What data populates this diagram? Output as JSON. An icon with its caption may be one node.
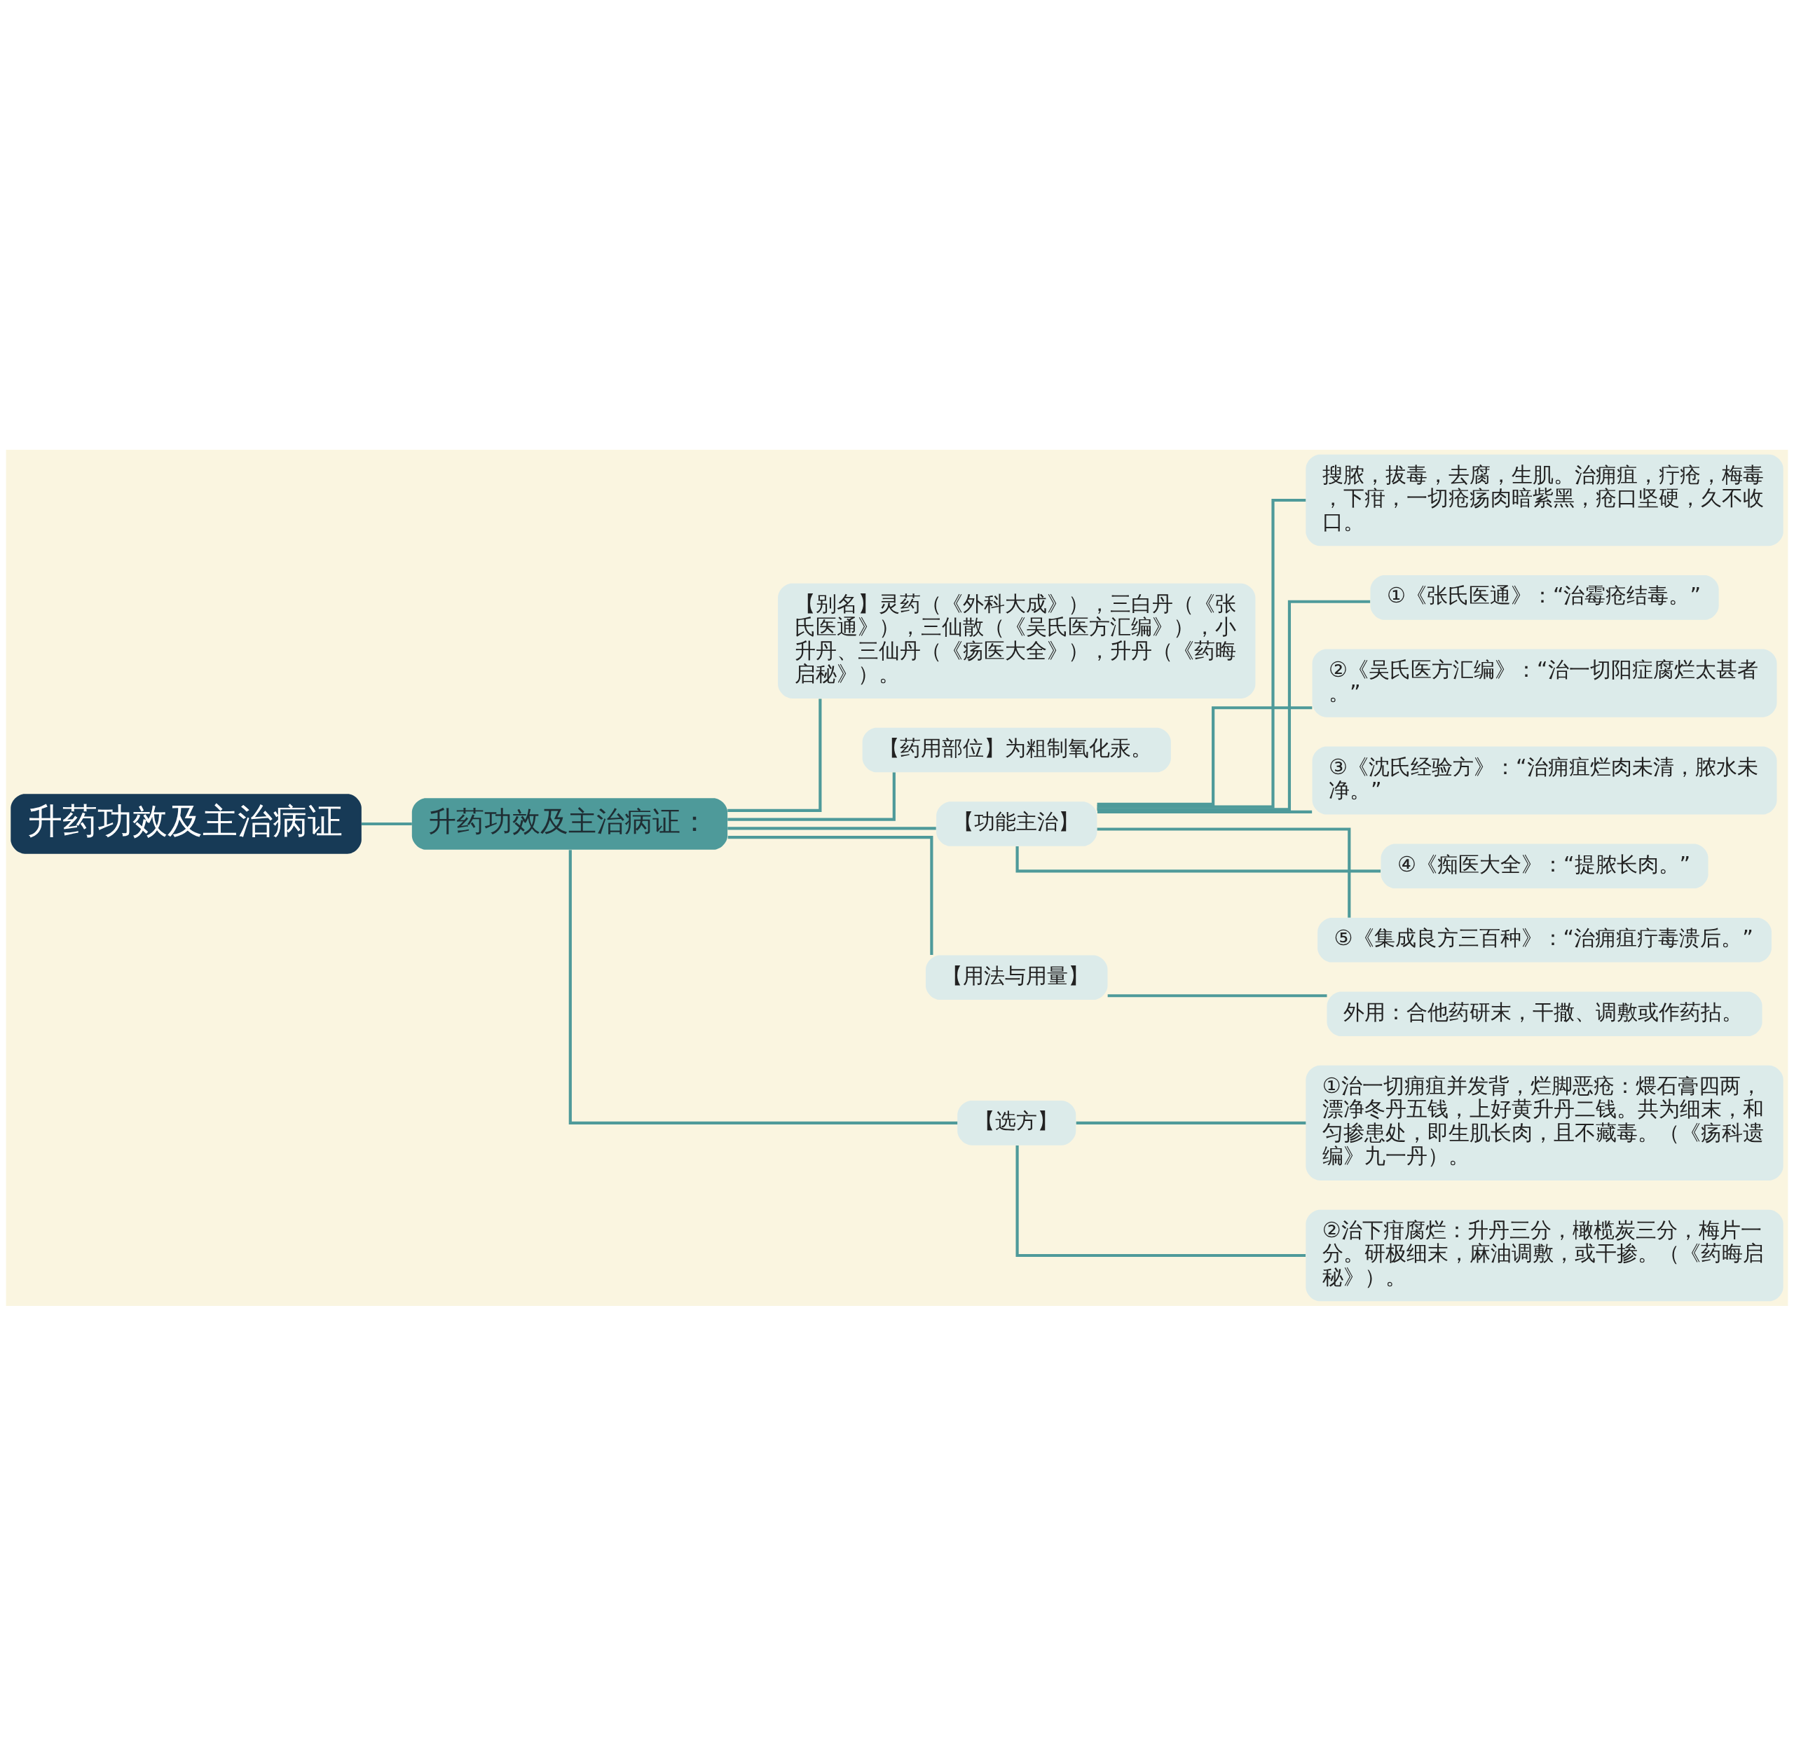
{
  "diagram": {
    "nodes": [
      {
        "text": [
          "升药功效及主治病证"
        ]
      },
      {
        "text": [
          "升药功效及主治病证："
        ]
      },
      {
        "text": [
          "【别名】灵药（《外科大成》），三白丹（《张氏医通》），三仙散（《吴氏医方汇编》），小升丹、三仙丹（《疡医大全》），升丹（《药晦启秘》）。"
        ]
      },
      {
        "text": [
          "【药用部位】为粗制氧化汞。"
        ]
      },
      {
        "text": [
          "【功能主治】"
        ]
      },
      {
        "text": [
          "搜脓，拔毒，去腐，生肌。治痈疽，疔疮，梅毒，下疳，一切疮疡肉暗紫黑，疮口坚硬，久不收口。"
        ]
      },
      {
        "text": [
          "①《张氏医通》：“治霉疮结毒。”"
        ]
      },
      {
        "text": [
          "②《吴氏医方汇编》：“治一切阳症腐烂太甚者。”"
        ]
      },
      {
        "text": [
          "③《沈氏经验方》：“治痈疽烂肉未清，脓水未净。”"
        ]
      },
      {
        "text": [
          "④《痴医大全》：“提脓长肉。”"
        ]
      },
      {
        "text": [
          "⑤《集成良方三百种》：“治痈疽疔毒溃后。”"
        ]
      },
      {
        "text": [
          "【用法与用量】"
        ]
      },
      {
        "text": [
          "外用：合他药研末，干撒、调敷或作药拈。"
        ]
      },
      {
        "text": [
          "【选方】"
        ]
      },
      {
        "text": [
          "①治一切痈疽并发背，烂脚恶疮：煨石膏四两，漂净冬丹五钱，上好黄升丹二钱。共为细末，和匀掺患处，即生肌长肉，且不藏毒。（《疡科遗编》九一丹）。"
        ]
      },
      {
        "text": [
          "②治下疳腐烂：升丹三分，橄榄炭三分，梅片一分。研极细末，麻油调敷，或干掺。（《药晦启秘》）。"
        ]
      }
    ],
    "edges": [
      {
        "from": 0,
        "to": 1,
        "arrow": "none"
      },
      {
        "from": 1,
        "to": 2,
        "arrow": "none"
      },
      {
        "from": 1,
        "to": 3,
        "arrow": "none"
      },
      {
        "from": 1,
        "to": 4,
        "arrow": "none"
      },
      {
        "from": 1,
        "to": 11,
        "arrow": "none"
      },
      {
        "from": 1,
        "to": 13,
        "arrow": "none"
      },
      {
        "from": 4,
        "to": 5,
        "arrow": "none"
      },
      {
        "from": 4,
        "to": 6,
        "arrow": "none"
      },
      {
        "from": 4,
        "to": 7,
        "arrow": "none"
      },
      {
        "from": 4,
        "to": 8,
        "arrow": "none"
      },
      {
        "from": 4,
        "to": 9,
        "arrow": "none"
      },
      {
        "from": 4,
        "to": 10,
        "arrow": "none"
      },
      {
        "from": 11,
        "to": 12,
        "arrow": "none"
      },
      {
        "from": 13,
        "to": 14,
        "arrow": "none"
      },
      {
        "from": 13,
        "to": 15,
        "arrow": "none"
      }
    ]
  }
}
